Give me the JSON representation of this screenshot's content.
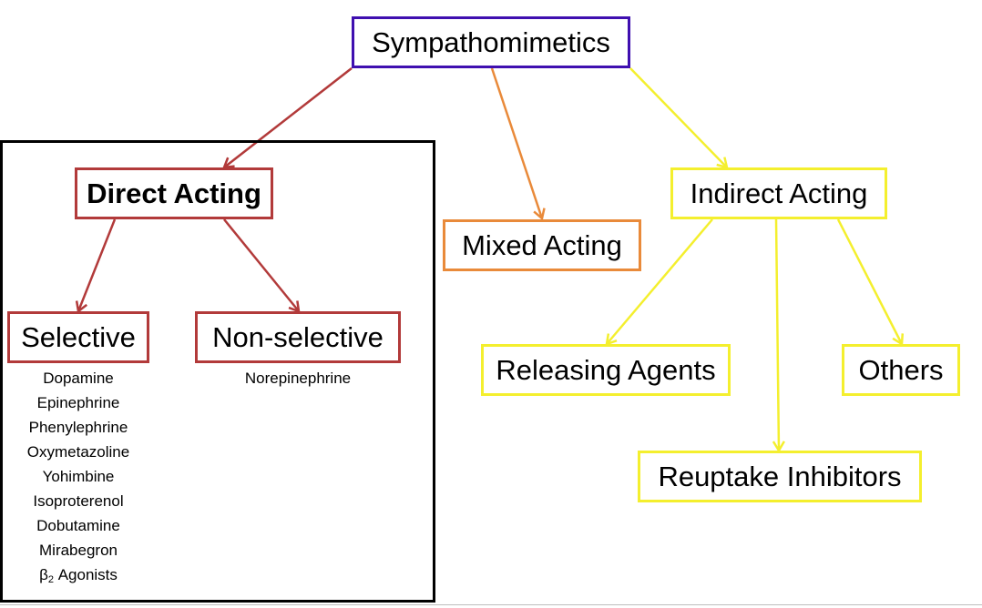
{
  "root": {
    "label": "Sympathomimetics",
    "color": "#3f0fb0"
  },
  "categories": {
    "direct": {
      "label": "Direct Acting",
      "color": "#b23a3a"
    },
    "mixed": {
      "label": "Mixed Acting",
      "color": "#e98a3a"
    },
    "indirect": {
      "label": "Indirect Acting",
      "color": "#f4ef2e"
    }
  },
  "direct_children": {
    "selective": {
      "label": "Selective"
    },
    "nonselective": {
      "label": "Non-selective"
    }
  },
  "indirect_children": {
    "releasing": {
      "label": "Releasing Agents"
    },
    "others": {
      "label": "Others"
    },
    "reuptake": {
      "label": "Reuptake Inhibitors"
    }
  },
  "selective_drugs": [
    "Dopamine",
    "Epinephrine",
    "Phenylephrine",
    "Oxymetazoline",
    "Yohimbine",
    "Isoproterenol",
    "Dobutamine",
    "Mirabegron"
  ],
  "beta_agonists": {
    "prefix": "β",
    "subscript": "2",
    "suffix": " Agonists"
  },
  "nonselective_drugs": [
    "Norepinephrine"
  ]
}
